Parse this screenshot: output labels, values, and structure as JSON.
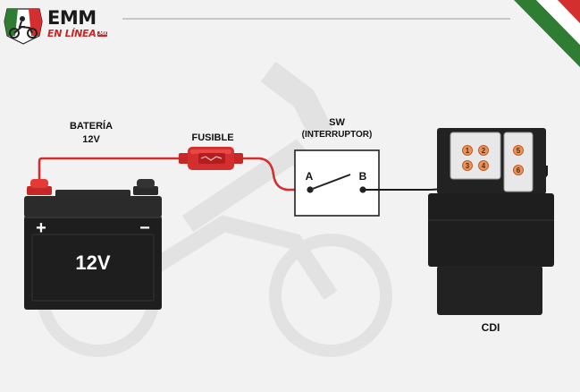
{
  "brand": {
    "name": "EMM",
    "subtitle": "EN LÍNEA",
    "tld": ".MX"
  },
  "labels": {
    "battery_title": "BATERÍA",
    "battery_voltage": "12V",
    "fuse": "FUSIBLE",
    "switch_title": "SW",
    "switch_subtitle": "(INTERRUPTOR)",
    "switch_terminal_a": "A",
    "switch_terminal_b": "B",
    "battery_face": "12V",
    "battery_plus": "+",
    "battery_minus": "−",
    "cdi": "CDI"
  },
  "cdi_pins": [
    "1",
    "2",
    "3",
    "4",
    "5",
    "6"
  ],
  "colors": {
    "background": "#f2f2f2",
    "wire_positive": "#d32f2f",
    "wire_signal": "#1a1a1a",
    "battery_body": "#1e1e1e",
    "pin_accent": "#d84315",
    "flag_green": "#2e7d32",
    "flag_red": "#d32f2f"
  },
  "icons": [
    "motorcycle-rider-logo-icon",
    "tricolor-flag-ribbon-icon",
    "motorcycle-watermark-icon"
  ]
}
